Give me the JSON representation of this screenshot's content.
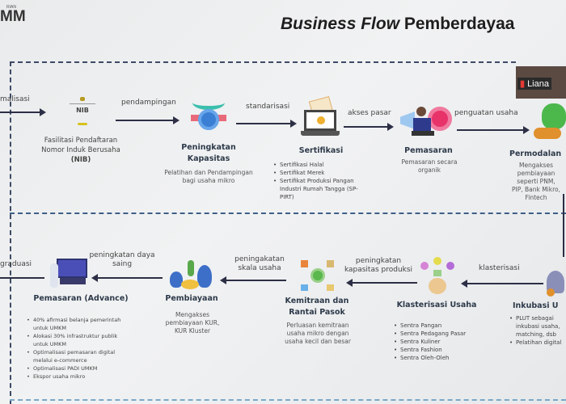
{
  "logo": {
    "small": "RIAN",
    "big": "MM"
  },
  "title": {
    "italic": "Business Flow",
    "rest": "Pemberdayaa"
  },
  "video": {
    "participant": "Liana"
  },
  "row1": {
    "entry_label": "malisasi",
    "nib": {
      "badge": "NIB",
      "text": "Fasilitasi Pendaftaran Nomor Induk Berusaha",
      "bold": "(NIB)"
    },
    "arrow1": "pendampingan",
    "kapasitas": {
      "title1": "Peningkatan",
      "title2": "Kapasitas",
      "desc": "Pelatihan dan Pendampingan bagi usaha mikro"
    },
    "arrow2": "standarisasi",
    "sertifikasi": {
      "title": "Sertifikasi",
      "items": [
        "Sertifikasi Halal",
        "Sertifikat Merek",
        "Sertifikat Produksi Pangan Industri Rumah Tangga (SP-PIRT)"
      ]
    },
    "arrow3": "akses pasar",
    "pemasaran": {
      "title": "Pemasaran",
      "desc": "Pemasaran secara organik"
    },
    "arrow4": "penguatan usaha",
    "permodalan": {
      "title": "Permodalan",
      "desc": "Mengakses pembiayaan seperti PNM, PIP, Bank Mikro, Fintech"
    }
  },
  "row2": {
    "inkubasi": {
      "title": "Inkubasi U",
      "items": [
        "PLUT sebagai inkubasi usaha, matching, dsb",
        "Pelatihan digital"
      ]
    },
    "arrow1": "klasterisasi",
    "klaster": {
      "title": "Klasterisasi Usaha",
      "items": [
        "Sentra Pangan",
        "Sentra Pedagang Pasar",
        "Sentra Kuliner",
        "Sentra Fashion",
        "Sentra Oleh-Oleh"
      ]
    },
    "arrow2": "peningkatan kapasitas produksi",
    "kemitraan": {
      "title1": "Kemitraan dan",
      "title2": "Rantai Pasok",
      "desc": "Perluasan kemitraan usaha mikro dengan usaha kecil dan besar"
    },
    "arrow3": "peningakatan skala usaha",
    "pembiayaan": {
      "title": "Pembiayaan",
      "desc": "Mengakses pembiayaan KUR, KUR Kluster"
    },
    "arrow4": "peningkatan daya saing",
    "advance": {
      "title": "Pemasaran (Advance)",
      "items": [
        "40% afirmasi belanja pemerintah untuk UMKM",
        "Alokasi 30% infrastruktur publik untuk UMKM",
        "Optimalisasi pemasaran digital melalui e-commerce",
        "Optimalisasi PADI UMKM",
        "Ekspor usaha mikro"
      ]
    },
    "exit_label": "graduasi"
  }
}
